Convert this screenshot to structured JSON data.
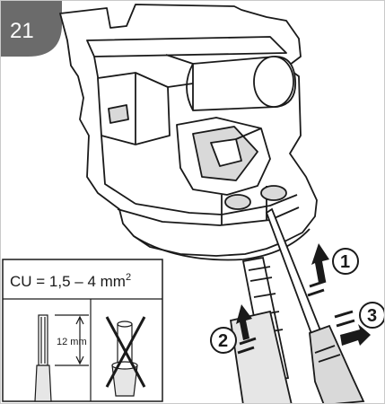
{
  "step": {
    "number": "21"
  },
  "spec": {
    "formula": "CU = 1,5 – 4 mm",
    "exponent": "2",
    "strip_length": "12 mm"
  },
  "callouts": [
    {
      "label": "1"
    },
    {
      "label": "2"
    },
    {
      "label": "3"
    }
  ],
  "colors": {
    "badge": "#6b6b6b",
    "line": "#1a1a1a",
    "housing_fill": "#ffffff",
    "shade": "#d9d9d9",
    "insulation": "#e6e6e6"
  }
}
